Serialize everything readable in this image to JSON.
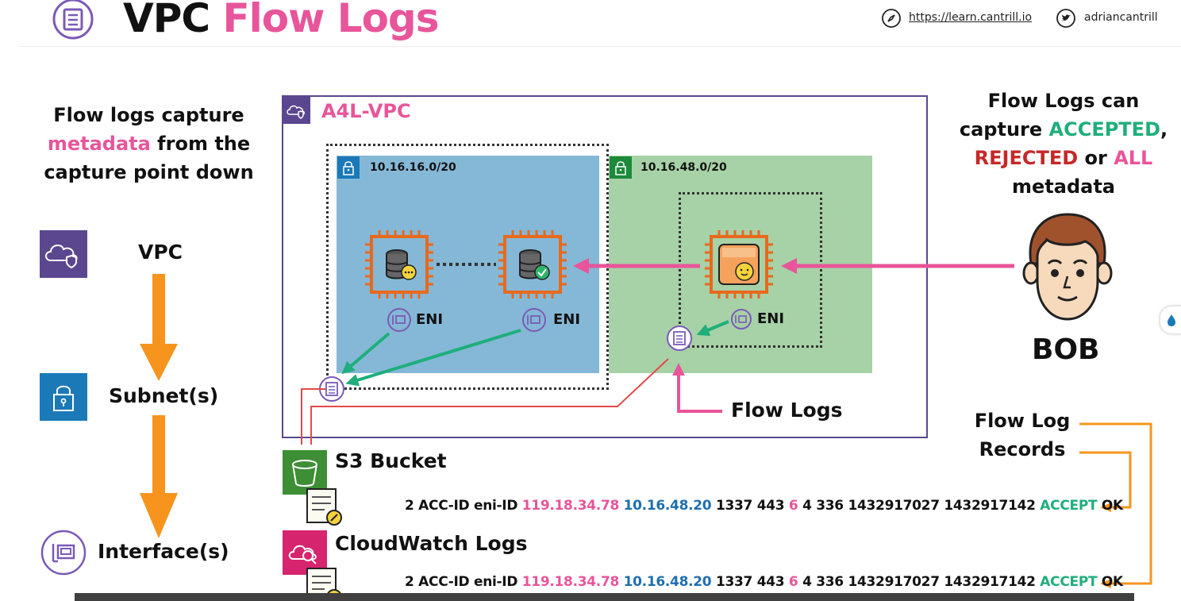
{
  "header": {
    "title_part1": "VPC",
    "title_part2": "Flow Logs",
    "website_url": "https://learn.cantrill.io",
    "twitter_handle": "adriancantrill"
  },
  "left_panel": {
    "intro_line1": "Flow logs capture",
    "intro_highlight": "metadata",
    "intro_line2_rest": " from the",
    "intro_line3": "capture point down",
    "levels": [
      {
        "label": "VPC",
        "icon": "vpc-icon"
      },
      {
        "label": "Subnet(s)",
        "icon": "subnet-lock-icon"
      },
      {
        "label": "Interface(s)",
        "icon": "network-interface-icon"
      }
    ]
  },
  "vpc": {
    "name": "A4L-VPC",
    "subnets": [
      {
        "cidr": "10.16.16.0/20",
        "color": "#85b8d6"
      },
      {
        "cidr": "10.16.48.0/20",
        "color": "#a7d1a6"
      }
    ],
    "eni_label": "ENI",
    "flow_logs_label": "Flow Logs"
  },
  "right_panel": {
    "capture_line1": "Flow Logs can",
    "capture_line2_prefix": "capture ",
    "accepted": "ACCEPTED",
    "comma": ",",
    "rejected": "REJECTED",
    "or_word": " or ",
    "all": "ALL",
    "capture_line4": "metadata",
    "person_name": "BOB",
    "records_line1": "Flow Log",
    "records_line2": "Records"
  },
  "destinations": [
    {
      "label": "S3 Bucket",
      "icon": "s3-bucket-icon"
    },
    {
      "label": "CloudWatch Logs",
      "icon": "cloudwatch-logs-icon"
    }
  ],
  "flow_record": {
    "version": "2",
    "account": "ACC-ID",
    "interface": "eni-ID",
    "src_addr": "119.18.34.78",
    "dst_addr": "10.16.48.20",
    "src_port": "1337",
    "dst_port": "443",
    "protocol": "6",
    "packets": "4",
    "bytes": "336",
    "start": "1432917027",
    "end": "1432917142",
    "action": "ACCEPT",
    "log_status": "OK"
  },
  "colors": {
    "accent_pink": "#e8559a",
    "accent_green": "#1fae7c",
    "reject_red": "#c62828",
    "ip_blue": "#1f6fb0",
    "vpc_border": "#5a4790",
    "arrow_orange": "#f7941d",
    "ec2_orange": "#e8691d"
  }
}
